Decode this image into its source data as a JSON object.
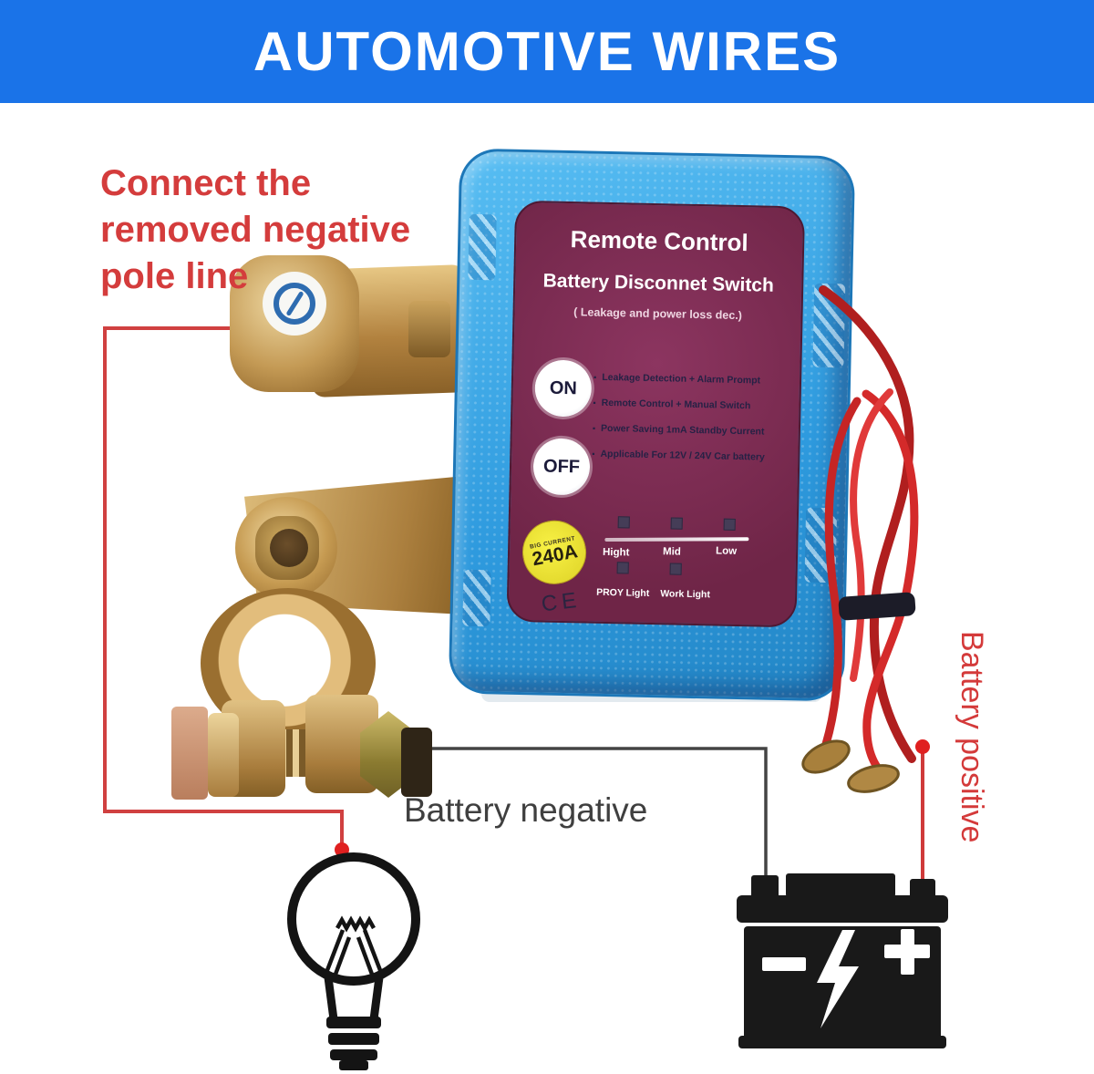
{
  "banner": {
    "title": "AUTOMOTIVE WIRES"
  },
  "left_note": {
    "line1": "Connect the",
    "line2": "removed negative",
    "line3": "pole line"
  },
  "device_label": {
    "title": "Remote Control",
    "subtitle": "Battery Disconnet Switch",
    "note": "( Leakage and power loss dec.)",
    "on_button": "ON",
    "off_button": "OFF",
    "features": [
      "Leakage Detection + Alarm Prompt",
      "Remote Control + Manual Switch",
      "Power Saving 1mA Standby Current",
      "Applicable For 12V / 24V Car battery"
    ],
    "badge": {
      "label": "BIG CURRENT",
      "value": "240A"
    },
    "levels": [
      "Hight",
      "Mid",
      "Low"
    ],
    "light_labels": [
      "PROY Light",
      "Work Light"
    ],
    "ce_mark": "CE"
  },
  "wiring_labels": {
    "negative": "Battery negative",
    "positive": "Battery positive"
  },
  "icons": {
    "bulb": "light-bulb-icon",
    "battery": "car-battery-icon",
    "power_symbol": "power-off-symbol-icon",
    "minus": "−",
    "plus": "+",
    "lightning": "⚡"
  },
  "colors": {
    "banner_bg": "#1a73e8",
    "device_blue": "#35a1e4",
    "label_maroon": "#7b2b4f",
    "badge_yellow": "#f2e93c",
    "annotation_red": "#d43c3c",
    "wire_red": "#cf2b2b",
    "line_black": "#3f3f3f",
    "brass": "#c49a55"
  }
}
